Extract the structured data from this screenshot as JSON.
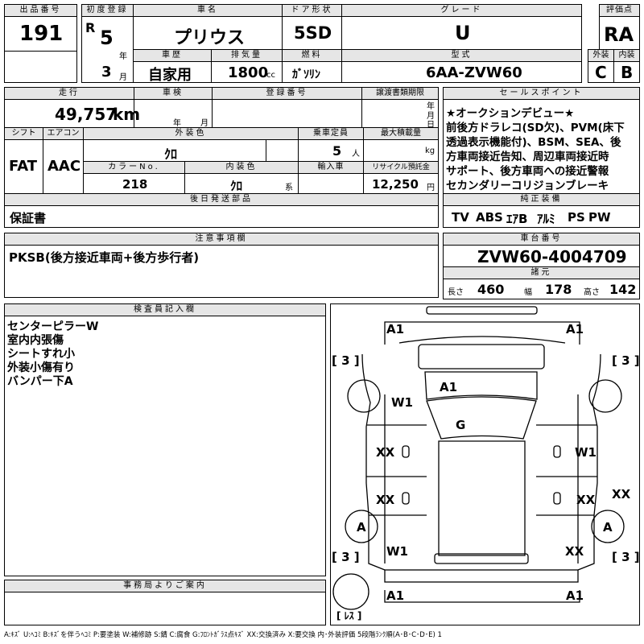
{
  "header": {
    "lot_label": "出品番号",
    "lot_no": "191",
    "first_reg_label": "初度登録",
    "era": "R",
    "year": "5",
    "year_unit": "年",
    "month": "3",
    "month_unit": "月",
    "name_label": "車名",
    "name": "プリウス",
    "door_label": "ドア形状",
    "door": "5SD",
    "grade_label": "グレード",
    "grade": "U",
    "score_label": "評価点",
    "score": "RA",
    "history_label": "車歴",
    "history": "自家用",
    "displacement_label": "排気量",
    "displacement": "1800",
    "displacement_unit": "cc",
    "fuel_label": "燃料",
    "fuel": "ｶﾞｿﾘﾝ",
    "model_label": "型式",
    "model": "6AA-ZVW60",
    "exterior_label": "外装",
    "exterior_grade": "C",
    "interior_label": "内装",
    "interior_grade": "B"
  },
  "info": {
    "mileage_label": "走行",
    "mileage": "49,757",
    "mileage_unit": "km",
    "inspection_label": "車検",
    "insp_year_unit": "年",
    "insp_month_unit": "月",
    "plate_label": "登録番号",
    "transfer_label": "譲渡書類期限",
    "transfer_year_unit": "年",
    "transfer_month_unit": "月",
    "transfer_day_unit": "日",
    "shift_label": "シフト",
    "shift": "FAT",
    "ac_label": "エアコン",
    "ac": "AAC",
    "color_label": "外装色",
    "color": "ｸﾛ",
    "capacity_label": "乗車定員",
    "capacity": "5",
    "capacity_unit": "人",
    "load_label": "最大積載量",
    "load_unit": "kg",
    "color_no_label": "カラーNo.",
    "color_no": "218",
    "int_color_label": "内装色",
    "int_color": "ｸﾛ",
    "int_color_unit": "系",
    "import_label": "輸入車",
    "recycle_label": "リサイクル預託金",
    "recycle": "12,250",
    "recycle_unit": "円",
    "later_parts_label": "後日発送部品",
    "later_parts": "保証書",
    "notes_label": "注意事項欄",
    "notes": "PKSB(後方接近車両+後方歩行者)"
  },
  "sales": {
    "label": "セールスポイント",
    "lines": [
      "★オークションデビュー★",
      "前後方ドラレコ(SD欠)、PVM(床下",
      "透過表示機能付)、BSM、SEA、後",
      "方車両接近告知、周辺車両接近時",
      "サポート、後方車両への接近警報",
      "セカンダリーコリジョンブレーキ"
    ],
    "equip_label": "純正装備",
    "equipment": [
      "TV",
      "ABS",
      "ｴｱB",
      "ｱﾙﾐ",
      "PS",
      "PW"
    ],
    "chassis_label": "車台番号",
    "chassis": "ZVW60-4004709",
    "dims_label": "諸元",
    "length_label": "長さ",
    "length": "460",
    "width_label": "幅",
    "width": "178",
    "height_label": "高さ",
    "height": "142"
  },
  "inspector": {
    "label": "検査員記入欄",
    "lines": [
      "センターピラーW",
      "室内内張傷",
      "シートすれ小",
      "外装小傷有り",
      "バンパー下A"
    ]
  },
  "office": {
    "label": "事務局よりご案内"
  },
  "diagram": {
    "labels": [
      {
        "id": "front-bumper-left",
        "text": "A1"
      },
      {
        "id": "front-bumper-right",
        "text": "A1"
      },
      {
        "id": "left-front-tire",
        "text": "[ 3 ]"
      },
      {
        "id": "right-front-tire",
        "text": "[ 3 ]"
      },
      {
        "id": "left-rear-tire",
        "text": "[ 3 ]"
      },
      {
        "id": "right-rear-tire",
        "text": "[ 3 ]"
      },
      {
        "id": "left-front-fender",
        "text": "W1"
      },
      {
        "id": "hood",
        "text": "A1"
      },
      {
        "id": "windshield",
        "text": "G"
      },
      {
        "id": "left-front-door",
        "text": "XX"
      },
      {
        "id": "right-front-door",
        "text": "W1"
      },
      {
        "id": "left-rear-door",
        "text": "XX"
      },
      {
        "id": "right-rear-door",
        "text": "XX"
      },
      {
        "id": "right-rear-side",
        "text": "XX"
      },
      {
        "id": "left-step-a",
        "text": "A"
      },
      {
        "id": "right-step-a",
        "text": "A"
      },
      {
        "id": "left-rear-fender",
        "text": "W1"
      },
      {
        "id": "right-rear-fender",
        "text": "XX"
      },
      {
        "id": "rear-bumper-left",
        "text": "A1"
      },
      {
        "id": "rear-bumper-right",
        "text": "A1"
      },
      {
        "id": "spare",
        "text": "[ ﾚｽ ]"
      }
    ]
  },
  "legend": "A:ｷｽﾞ U:ﾍｺﾐ B:ｷｽﾞを伴うﾍｺﾐ P:要塗装 W:補修跡 S:錆 C:腐食 G:ﾌﾛﾝﾄｶﾞﾗｽ点ｷｽﾞ XX:交換済み X:要交換  内･外装評価 5段階ﾗﾝｸ順(A･B･C･D･E) 1"
}
